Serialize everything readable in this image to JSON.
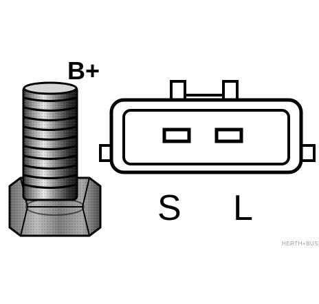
{
  "labels": {
    "battery_terminal": "B+",
    "pin_s": "S",
    "pin_l": "L",
    "watermark": "HERTH+BUSS"
  }
}
